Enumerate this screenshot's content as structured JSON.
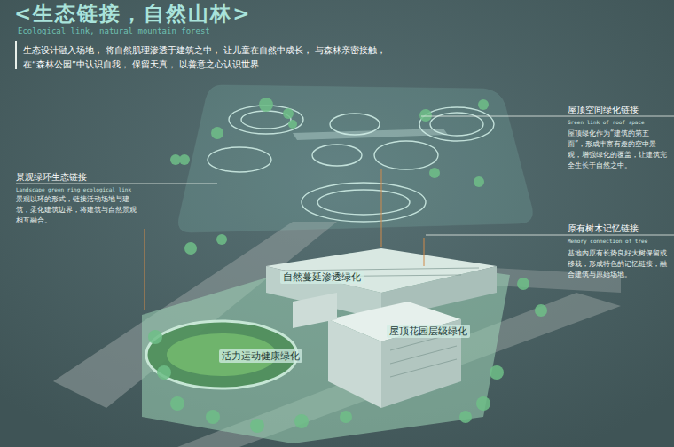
{
  "diagram": {
    "title": "<生态链接，自然山林>",
    "labels": [
      "Ecological link, natural mountain forest",
      "生态设计融入场地， 将自然肌理渗透于建筑之中， 让儿童在自然中成长， 与森林亲密接触， 在“森林公园”中认识自我， 保留天真， 以善意之心认识世界",
      "屋顶空间绿化链接",
      "Green link of roof space",
      "屋顶绿化作为“建筑的第五面”，形成丰富有趣的空中景观，增强绿化的覆盖，让建筑完全生长于自然之中。",
      "景观绿环生态链接",
      "Landscape green ring ecological link",
      "景观以环的形式，链接活动场地与建筑，柔化建筑边界，将建筑与自然景观相互融合。",
      "原有树木记忆链接",
      "Memory connection of tree",
      "基地内原有长势良好大树保留或移栽，形成特色的记忆链接，融合建筑与原始场地。",
      "自然蔓延渗透绿化",
      "屋顶花园层级绿化",
      "活力运动健康绿化"
    ]
  }
}
